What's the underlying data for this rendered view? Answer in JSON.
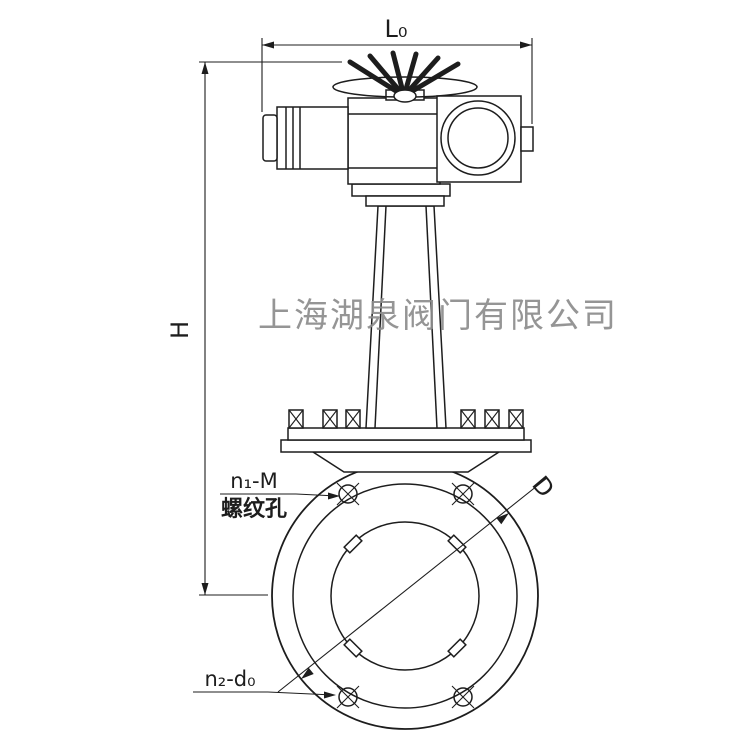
{
  "colors": {
    "line": "#1d1d1d",
    "watermark": "#8d8d8d",
    "background": "#ffffff"
  },
  "watermark": {
    "text": "上海湖泉阀门有限公司"
  },
  "dimensions": {
    "top_width": "L₀",
    "height": "H",
    "flange_diameter": "D"
  },
  "callouts": {
    "threaded_holes_line1": "n₁-M",
    "threaded_holes_line2": "螺纹孔",
    "bolt_holes": "n₂-d₀"
  }
}
